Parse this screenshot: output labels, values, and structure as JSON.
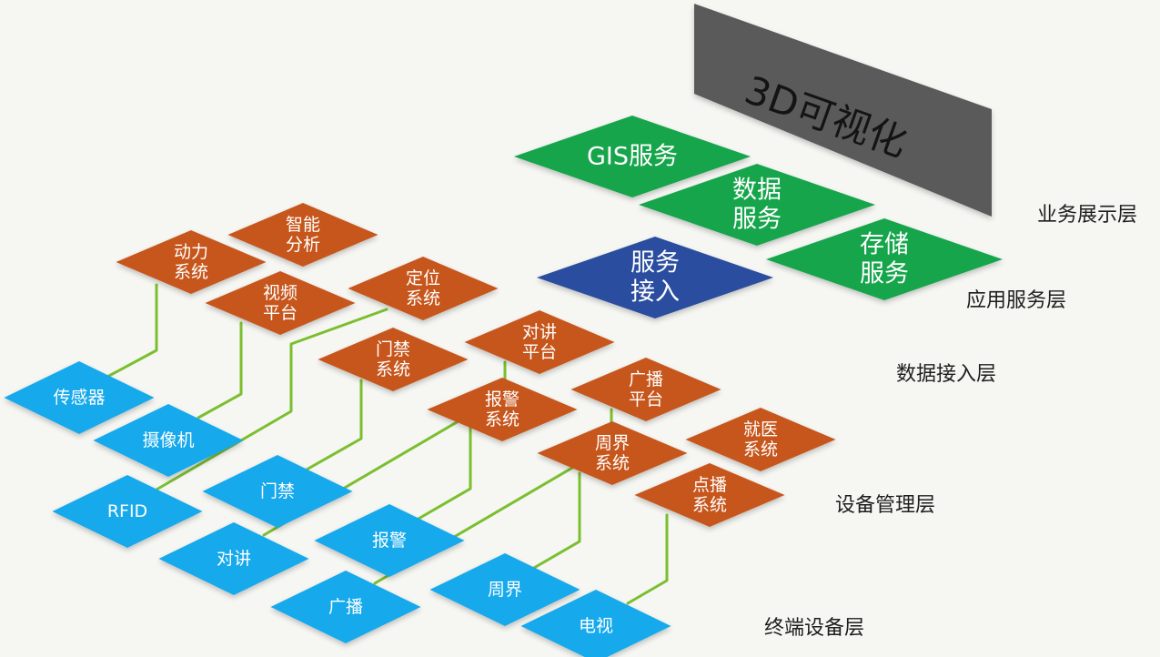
{
  "colors": {
    "background": "#f6f6f3",
    "terminal": "#19a9ec",
    "subsystem": "#c7561a",
    "service": "#16a54c",
    "access": "#2c4e9f",
    "screen": "#5a5a5a",
    "connector": "#7bbf2f",
    "text_light": "#ffffff",
    "text_dark": "#141414"
  },
  "screen": {
    "title": "3D可视化"
  },
  "layers": [
    {
      "id": "display",
      "label": "业务展示层"
    },
    {
      "id": "app",
      "label": "应用服务层"
    },
    {
      "id": "access",
      "label": "数据接入层"
    },
    {
      "id": "device_mgmt",
      "label": "设备管理层"
    },
    {
      "id": "terminal",
      "label": "终端设备层"
    }
  ],
  "services": [
    {
      "id": "gis",
      "lines": [
        "GIS服务"
      ]
    },
    {
      "id": "data",
      "lines": [
        "数据",
        "服务"
      ]
    },
    {
      "id": "storage",
      "lines": [
        "存储",
        "服务"
      ]
    }
  ],
  "access_node": {
    "id": "service-access",
    "lines": [
      "服务",
      "接入"
    ]
  },
  "subsystems": [
    {
      "id": "smart-analysis",
      "lines": [
        "智能",
        "分析"
      ]
    },
    {
      "id": "power-system",
      "lines": [
        "动力",
        "系统"
      ]
    },
    {
      "id": "video-platform",
      "lines": [
        "视频",
        "平台"
      ]
    },
    {
      "id": "positioning-system",
      "lines": [
        "定位",
        "系统"
      ]
    },
    {
      "id": "intercom-platform",
      "lines": [
        "对讲",
        "平台"
      ]
    },
    {
      "id": "access-control-system",
      "lines": [
        "门禁",
        "系统"
      ]
    },
    {
      "id": "broadcast-platform",
      "lines": [
        "广播",
        "平台"
      ]
    },
    {
      "id": "alarm-system",
      "lines": [
        "报警",
        "系统"
      ]
    },
    {
      "id": "medical-system",
      "lines": [
        "就医",
        "系统"
      ]
    },
    {
      "id": "perimeter-system",
      "lines": [
        "周界",
        "系统"
      ]
    },
    {
      "id": "vod-system",
      "lines": [
        "点播",
        "系统"
      ]
    }
  ],
  "terminals": [
    {
      "id": "sensor",
      "lines": [
        "传感器"
      ]
    },
    {
      "id": "camera",
      "lines": [
        "摄像机"
      ]
    },
    {
      "id": "rfid",
      "lines": [
        "RFID"
      ]
    },
    {
      "id": "door-access",
      "lines": [
        "门禁"
      ]
    },
    {
      "id": "intercom",
      "lines": [
        "对讲"
      ]
    },
    {
      "id": "alarm",
      "lines": [
        "报警"
      ]
    },
    {
      "id": "broadcast",
      "lines": [
        "广播"
      ]
    },
    {
      "id": "perimeter",
      "lines": [
        "周界"
      ]
    },
    {
      "id": "tv",
      "lines": [
        "电视"
      ]
    }
  ],
  "links": [
    {
      "from": "sensor",
      "to": "power-system"
    },
    {
      "from": "camera",
      "to": "video-platform"
    },
    {
      "from": "rfid",
      "to": "positioning-system"
    },
    {
      "from": "door-access",
      "to": "access-control-system"
    },
    {
      "from": "intercom",
      "to": "intercom-platform"
    },
    {
      "from": "alarm",
      "to": "alarm-system"
    },
    {
      "from": "broadcast",
      "to": "broadcast-platform"
    },
    {
      "from": "perimeter",
      "to": "perimeter-system"
    },
    {
      "from": "tv",
      "to": "vod-system"
    }
  ]
}
